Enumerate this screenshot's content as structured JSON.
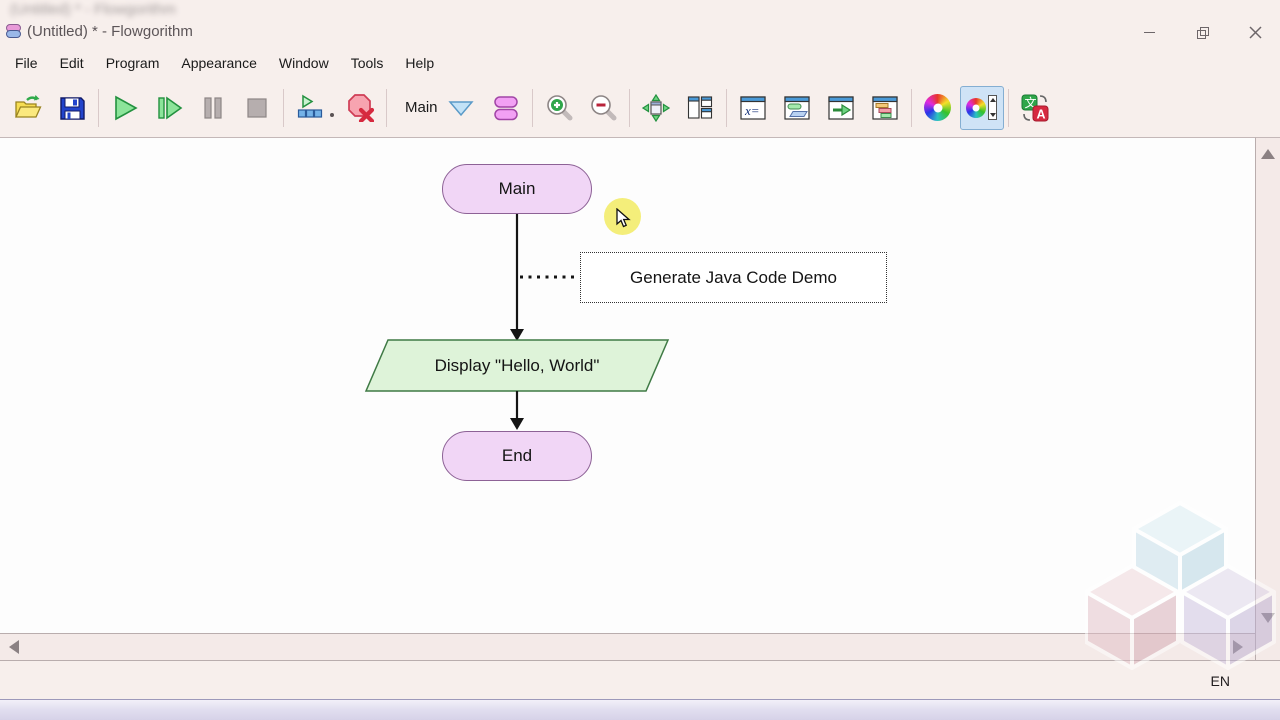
{
  "window": {
    "title": "(Untitled) * - Flowgorithm"
  },
  "menu": {
    "items": [
      "File",
      "Edit",
      "Program",
      "Appearance",
      "Window",
      "Tools",
      "Help"
    ]
  },
  "toolbar": {
    "function_selector_label": "Main",
    "icons": [
      "open",
      "save",
      "run",
      "step",
      "pause",
      "stop",
      "run-with-chart",
      "clear-breakpoints",
      "function-selector",
      "function-shapes",
      "zoom-in",
      "zoom-out",
      "fit-to-window",
      "tile-windows",
      "variable-watch",
      "console",
      "output",
      "source-code-viewer",
      "color-scheme",
      "chart-colors",
      "translate"
    ],
    "glyphs": {
      "variables": "x=",
      "translate_cjk": "文",
      "translate_latin": "A"
    },
    "selected_icon": "chart-colors"
  },
  "flowchart": {
    "nodes": [
      {
        "id": "main",
        "type": "terminal",
        "label": "Main"
      },
      {
        "id": "comment",
        "type": "comment",
        "label": "Generate Java Code Demo"
      },
      {
        "id": "display",
        "type": "output",
        "label": "Display \"Hello, World\""
      },
      {
        "id": "end",
        "type": "terminal",
        "label": "End"
      }
    ]
  },
  "statusbar": {
    "language_indicator": "EN"
  },
  "colors": {
    "chrome_bg": "#f7efec",
    "canvas_bg": "#fdfdfd",
    "terminal_fill": "#f1d6f6",
    "terminal_border": "#8d6296",
    "output_fill": "#def3d9",
    "output_border": "#3f7a45",
    "selected_button_bg": "#cfe3f6",
    "cursor_highlight": "#f3ec6c"
  }
}
